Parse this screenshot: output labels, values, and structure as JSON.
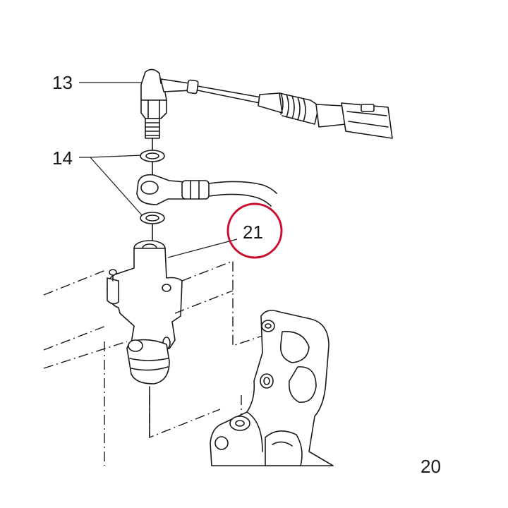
{
  "callouts": {
    "c13": "13",
    "c14": "14",
    "c21": "21",
    "c20": "20"
  },
  "highlight": {
    "target": "21",
    "color": "#c8102e"
  },
  "line_color": "#1a1a1a"
}
